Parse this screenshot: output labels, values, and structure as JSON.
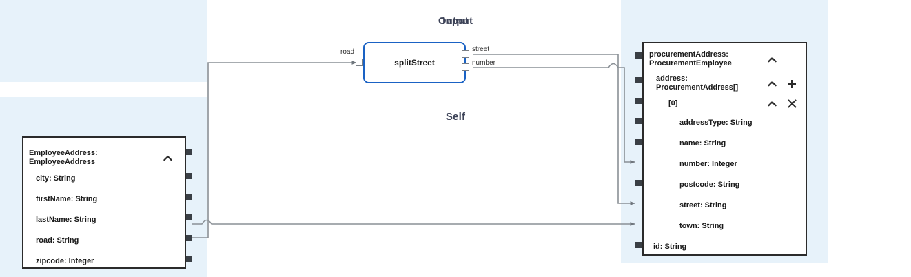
{
  "panels": {
    "input": {
      "title": "Input"
    },
    "self": {
      "title": "Self"
    },
    "output": {
      "title": "Output"
    }
  },
  "colors": {
    "panel_bg": "#e7f2fa",
    "node_border": "#2b2b2b",
    "fn_border": "#1a62c4",
    "wire": "#8a9096",
    "port": "#3a3f45",
    "title_text": "#3c4257"
  },
  "self_node": {
    "header": "EmployeeAddress:\nEmployeeAddress",
    "header_chevron": "chevron-up",
    "fields": [
      {
        "label": "city: String"
      },
      {
        "label": "firstName: String"
      },
      {
        "label": "lastName: String"
      },
      {
        "label": "road: String"
      },
      {
        "label": "zipcode: Integer"
      }
    ]
  },
  "function_node": {
    "name": "splitStreet",
    "inputs": [
      {
        "label": "road"
      }
    ],
    "outputs": [
      {
        "label": "street"
      },
      {
        "label": "number"
      }
    ]
  },
  "output_node": {
    "rows": [
      {
        "label": "procurementAddress:\nProcurementEmployee",
        "indent": 0,
        "chevron": true,
        "action": "none"
      },
      {
        "label": "address:\nProcurementAddress[]",
        "indent": 1,
        "chevron": true,
        "action": "plus"
      },
      {
        "label": "[0]",
        "indent": 2,
        "chevron": true,
        "action": "close"
      },
      {
        "label": "addressType: String",
        "indent": 3,
        "chevron": false,
        "action": "none"
      },
      {
        "label": "name: String",
        "indent": 3,
        "chevron": false,
        "action": "none"
      },
      {
        "label": "number: Integer",
        "indent": 3,
        "chevron": false,
        "action": "none"
      },
      {
        "label": "postcode: String",
        "indent": 3,
        "chevron": false,
        "action": "none"
      },
      {
        "label": "street: String",
        "indent": 3,
        "chevron": false,
        "action": "none"
      },
      {
        "label": "town: String",
        "indent": 3,
        "chevron": false,
        "action": "none"
      },
      {
        "label": "id: String",
        "indent": 1,
        "chevron": false,
        "action": "none"
      }
    ]
  },
  "connections": [
    {
      "from": "self.road",
      "to": "splitStreet.road"
    },
    {
      "from": "splitStreet.street",
      "to": "output.street"
    },
    {
      "from": "splitStreet.number",
      "to": "output.number"
    },
    {
      "from": "self.city",
      "to": "output.town"
    }
  ]
}
